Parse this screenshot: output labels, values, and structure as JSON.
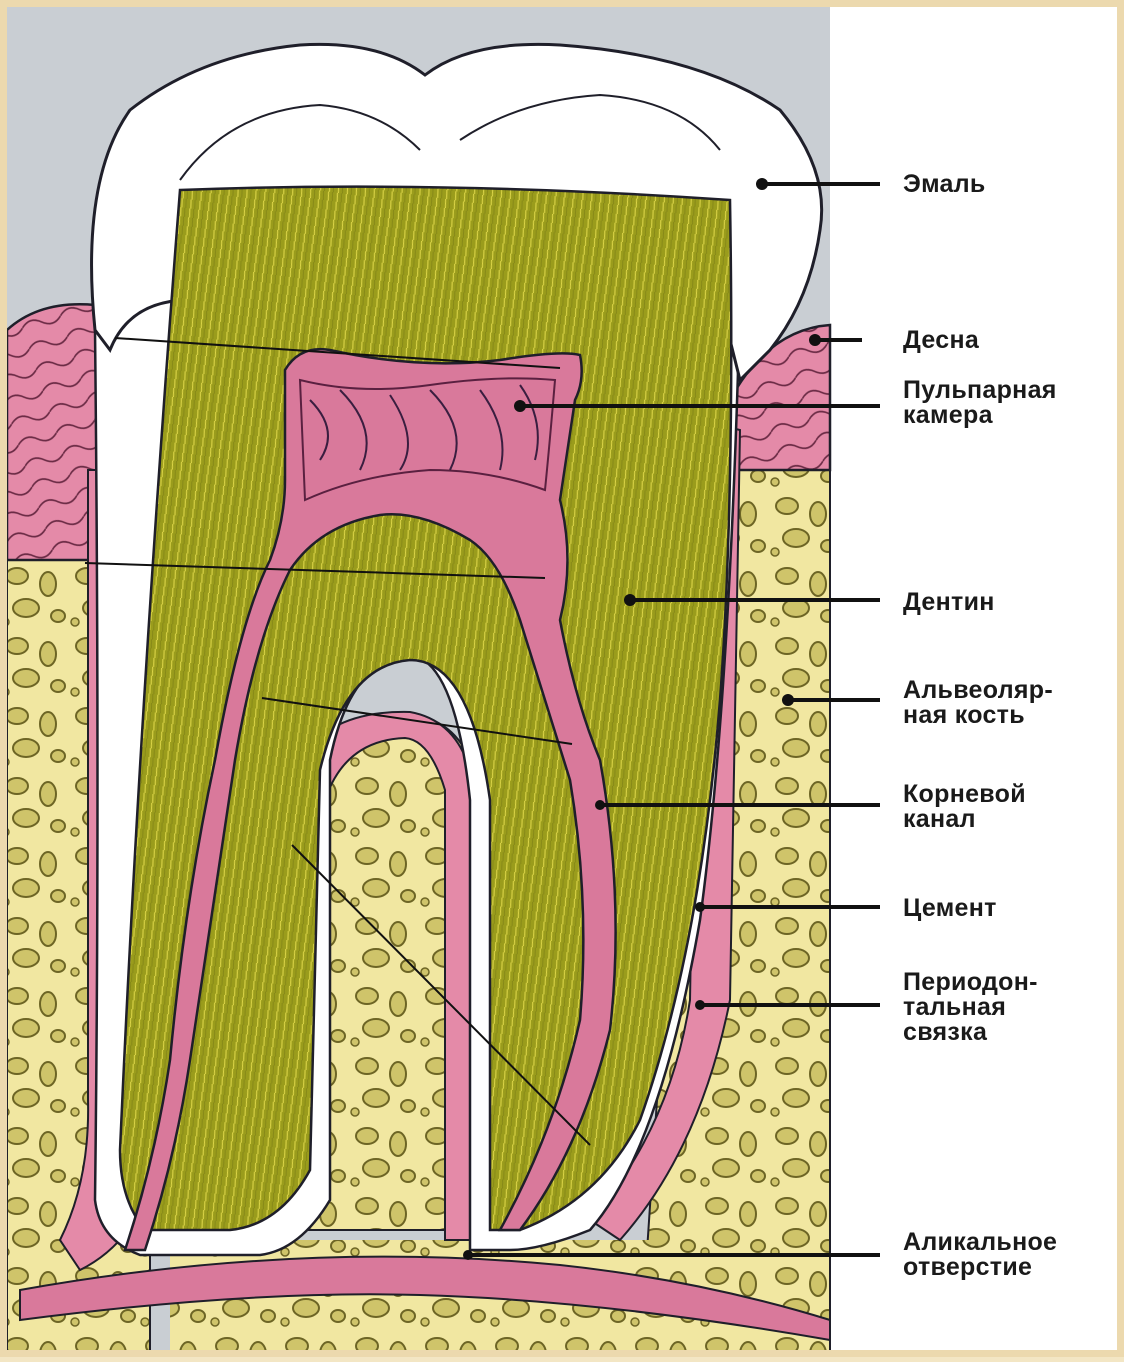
{
  "colors": {
    "enamel": "#ffffff",
    "dentin": "#9a9c1c",
    "dentin_fibers": "#e8e050",
    "pulp": "#d9799b",
    "gum": "#e48aa8",
    "bone": "#f1e7a1",
    "bone_spaces": "#c8bd5a",
    "background_gray": "#c9ced3",
    "outline": "#1f1f2a"
  },
  "labels": [
    {
      "id": "enamel",
      "lines": [
        "Эмаль"
      ]
    },
    {
      "id": "gum",
      "lines": [
        "Десна"
      ]
    },
    {
      "id": "pulp",
      "lines": [
        "Пульпарная",
        "камера"
      ]
    },
    {
      "id": "dentin",
      "lines": [
        "Дентин"
      ]
    },
    {
      "id": "bone",
      "lines": [
        "Альвеоляр-",
        "ная кость"
      ]
    },
    {
      "id": "canal",
      "lines": [
        "Корневой",
        "канал"
      ]
    },
    {
      "id": "cement",
      "lines": [
        "Цемент"
      ]
    },
    {
      "id": "ligament",
      "lines": [
        "Периодон-",
        "тальная",
        "связка"
      ]
    },
    {
      "id": "apex",
      "lines": [
        "Аликальное",
        "отверстие"
      ]
    }
  ]
}
